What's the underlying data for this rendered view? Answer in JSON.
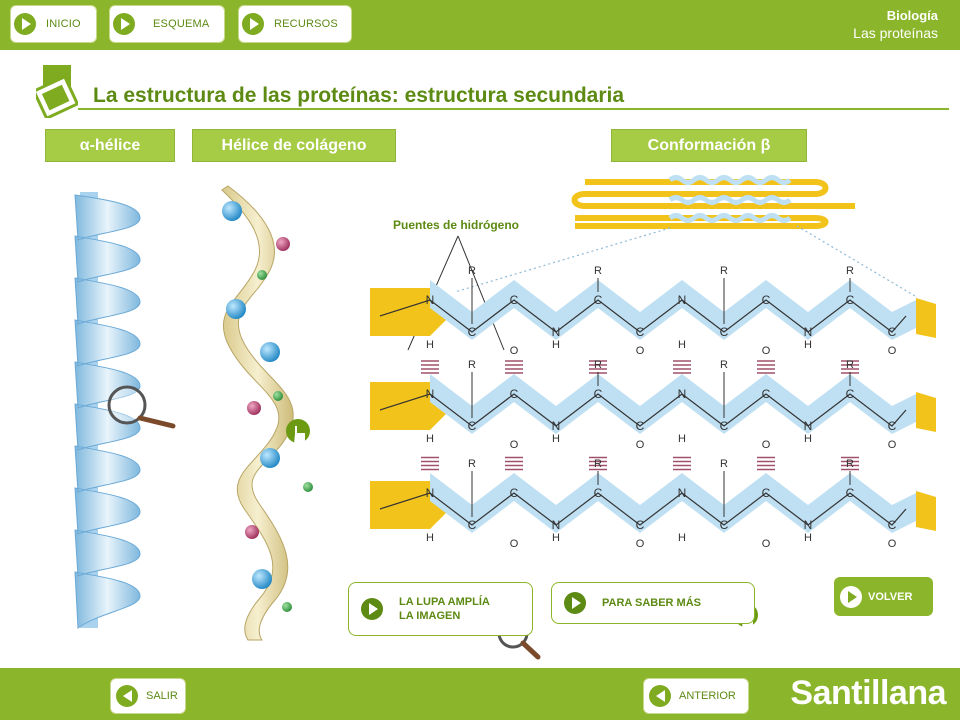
{
  "nav": {
    "inicio": "INICIO",
    "esquema": "ESQUEMA",
    "recursos": "RECURSOS"
  },
  "subject": {
    "name": "Biología",
    "topic": "Las proteínas"
  },
  "page_title": "La estructura de las proteínas: estructura secundaria",
  "tabs": {
    "alpha": "α-hélice",
    "collagen": "Hélice de colágeno",
    "beta": "Conformación β"
  },
  "diagram": {
    "hydrogen_bonds_label": "Puentes de hidrógeno",
    "atoms": {
      "O": "O",
      "C": "C",
      "N": "N",
      "H": "H",
      "R": "R"
    }
  },
  "callouts": {
    "magnifier": "LA LUPA AMPLÍA\nLA IMAGEN",
    "learn_more": "PARA SABER MÁS"
  },
  "volver": "VOLVER",
  "bottom": {
    "salir": "SALIR",
    "anterior": "ANTERIOR",
    "brand": "Santillana"
  },
  "colors": {
    "brand_green": "#8bb52a",
    "dark_green": "#5c8a12",
    "tab_green": "#a6cb45",
    "helix_blue": "#9fcbe8",
    "beta_yellow": "#f2c31b",
    "beta_band": "#bfe0f3"
  }
}
